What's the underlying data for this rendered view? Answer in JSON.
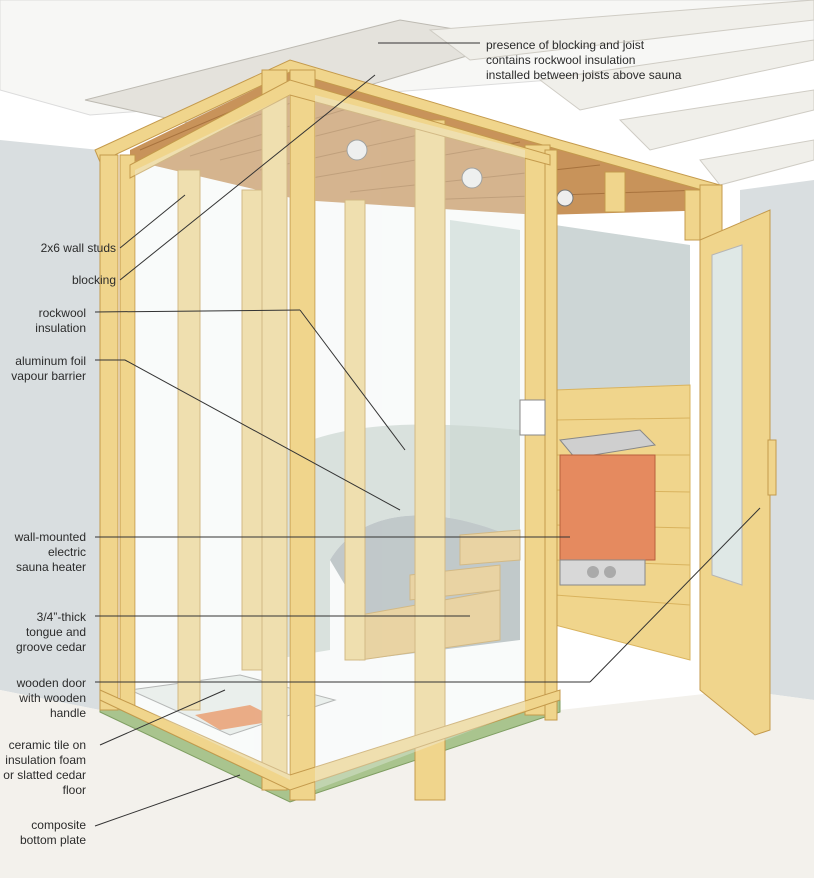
{
  "labels": {
    "joist": "presence of blocking and joist\ncontains rockwool insulation\ninstalled between joists above sauna",
    "studs": "2x6 wall studs",
    "blocking": "blocking",
    "rockwool": "rockwool\ninsulation",
    "foil": "aluminum foil\nvapour barrier",
    "heater": "wall-mounted\nelectric\nsauna heater",
    "cedar": "3/4”-thick\ntongue and\ngroove cedar",
    "door": "wooden door\nwith wooden\nhandle",
    "floor": "ceramic tile on\ninsulation foam\nor slatted cedar\nfloor",
    "plate": "composite\nbottom plate"
  },
  "colors": {
    "wood": "#f0d58c",
    "wood_dark": "#d9b35e",
    "ceiling_slats": "#c8935a",
    "glass": "#dfe8e6",
    "wall": "#d9dee0",
    "heater": "#e58a5f",
    "plate": "#a9c48e",
    "floor": "#f3f1ec"
  }
}
